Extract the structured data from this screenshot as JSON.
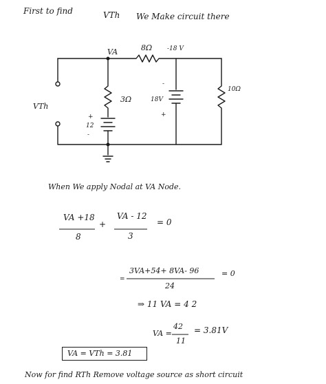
{
  "intro": {
    "line1": "First to find",
    "vth": "VTh",
    "line2": "We Make circuit there"
  },
  "circuit": {
    "node_label": "VA",
    "r_top": "8Ω",
    "v_top": "-18 V",
    "r_left": "3Ω",
    "v_mid": "18V",
    "plus_mid": "+",
    "minus_mid": "-",
    "r_right": "10Ω",
    "vth_label": "VTh",
    "src_plus": "+",
    "src_val": "12",
    "src_minus": "-"
  },
  "nodal_text": "When We apply Nodal at VA Node.",
  "eq1": {
    "n1": "VA +18",
    "d1": "8",
    "op": "+",
    "n2": "VA - 12",
    "d2": "3",
    "rhs": "= 0"
  },
  "eq2": {
    "num": "3VA+54+ 8VA- 96",
    "den": "24",
    "rhs": "= 0",
    "lead": "="
  },
  "eq3": "⇒ 11 VA = 4 2",
  "eq4": {
    "lhs": "VA =",
    "num": "42",
    "den": "11",
    "res": "= 3.81V"
  },
  "boxed": "VA = VTh = 3.81",
  "footer": "Now for find RTh Remove voltage source as short circuit"
}
